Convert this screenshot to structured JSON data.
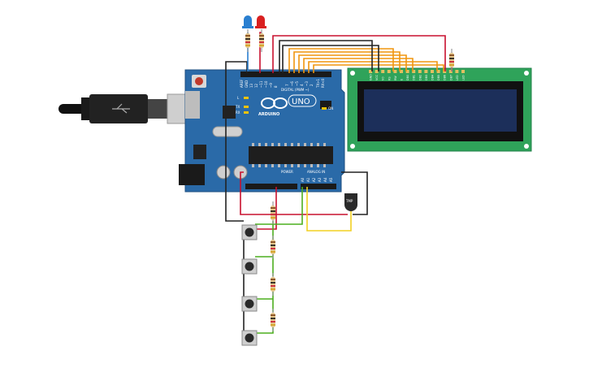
{
  "board": {
    "brand": "ARDUINO",
    "model": "UNO",
    "digital_label": "DIGITAL (PWM ~)",
    "power_label": "POWER",
    "analog_label": "ANALOG IN",
    "led_l": "L",
    "led_tx": "TX",
    "led_rx": "RX",
    "led_on": "ON",
    "pin_aref": "AREF",
    "pin_gnd": "GND",
    "pin_13": "13",
    "pin_12": "12",
    "pin_11": "~11",
    "pin_10": "~10",
    "pin_9": "~9",
    "pin_8": "8",
    "pin_7": "7",
    "pin_6": "~6",
    "pin_5": "~5",
    "pin_4": "4",
    "pin_3": "~3",
    "pin_2": "2",
    "pin_tx1": "TX>1",
    "pin_rx0": "RX<0",
    "pin_a0": "A0",
    "pin_a1": "A1",
    "pin_a2": "A2",
    "pin_a3": "A3",
    "pin_a4": "A4",
    "pin_a5": "A5"
  },
  "sensor": {
    "label": "TMP"
  },
  "lcd": {
    "pins": [
      "GND",
      "VCC",
      "V0",
      "RS",
      "RW",
      "E",
      "DB0",
      "DB1",
      "DB2",
      "DB3",
      "DB4",
      "DB5",
      "DB6",
      "DB7",
      "LED",
      "LED"
    ]
  },
  "colors": {
    "board": "#2a6aa8",
    "lcd_pcb": "#2fa35a",
    "lcd_screen": "#1c2f5a",
    "wire_red": "#c8102e",
    "wire_orange": "#f0960f",
    "wire_green": "#4caf1f",
    "wire_yellow": "#f2d022",
    "wire_black": "#222222",
    "led_blue": "#2a7fd0",
    "led_red": "#d92020"
  }
}
